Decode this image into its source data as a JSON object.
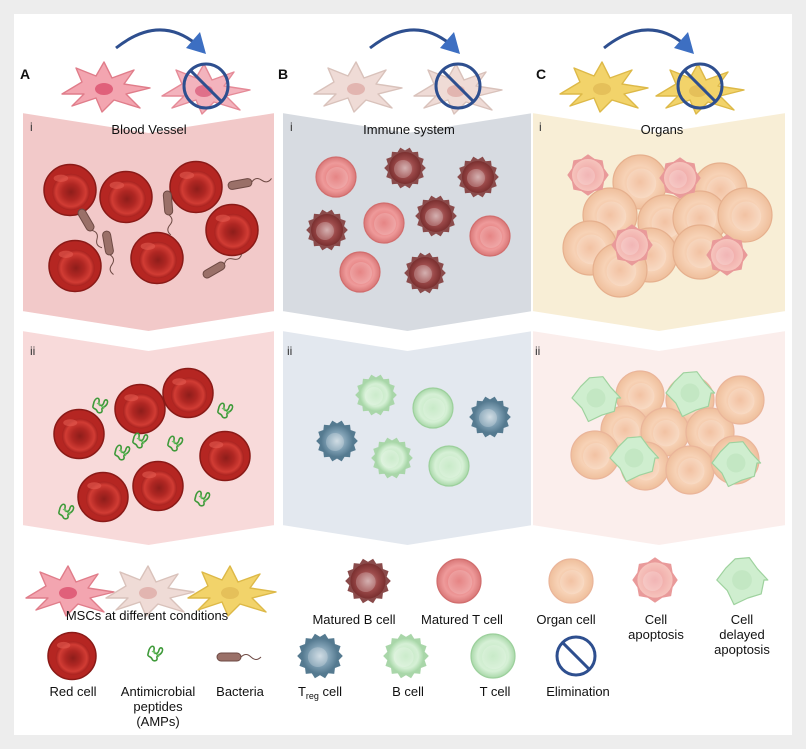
{
  "colors": {
    "panel_a_row1": "#f2c9c9",
    "panel_a_row2": "#f8dada",
    "panel_b_row1": "#d7dbe1",
    "panel_b_row2": "#e3e8ef",
    "panel_c_row1": "#f8eed6",
    "panel_c_row2": "#fbeeec",
    "red_cell": "#c8302b",
    "immune_pink": "#e98989",
    "immune_green": "#c7ebc7",
    "treg_blue": "#6f93a8",
    "organ_cell": "#f5c7a8",
    "elimination_blue": "#2e4f8f"
  },
  "panels": [
    {
      "letter": "A",
      "row1_roman": "i",
      "row2_roman": "ii",
      "title": "Blood Vessel"
    },
    {
      "letter": "B",
      "row1_roman": "i",
      "row2_roman": "ii",
      "title": "Immune system"
    },
    {
      "letter": "C",
      "row1_roman": "i",
      "row2_roman": "ii",
      "title": "Organs"
    }
  ],
  "legend": {
    "mscs": "MSCs at different conditions",
    "matured_b": "Matured B cell",
    "matured_t": "Matured T cell",
    "organ_cell": "Organ cell",
    "cell_apoptosis": "Cell\napoptosis",
    "cell_delayed": "Cell\ndelayed\napoptosis",
    "red_cell": "Red cell",
    "amps": "Antimicrobial\npeptides\n(AMPs)",
    "bacteria": "Bacteria",
    "treg_main": "T",
    "treg_sub": "reg",
    "treg_rest": " cell",
    "b_cell": "B cell",
    "t_cell": "T cell",
    "elimination": "Elimination"
  },
  "icons": [
    "curved-arrow-icon",
    "elimination-icon",
    "msc-cell-icon",
    "red-cell-icon",
    "bacteria-icon",
    "amp-icon",
    "matured-b-cell-icon",
    "matured-t-cell-icon",
    "treg-cell-icon",
    "b-cell-icon",
    "t-cell-icon",
    "organ-cell-icon",
    "apoptosis-cell-icon",
    "delayed-apoptosis-cell-icon"
  ]
}
